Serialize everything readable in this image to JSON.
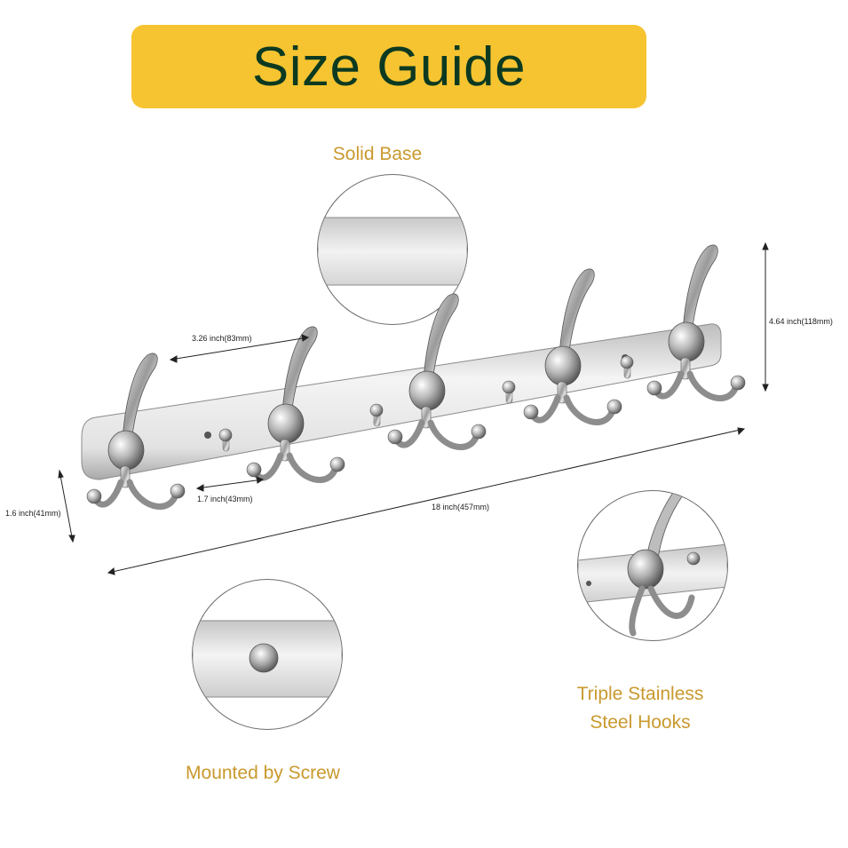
{
  "banner": {
    "title": "Size Guide",
    "color": "#f6c431",
    "text_color": "#0c3a21"
  },
  "features": {
    "solid_base": "Solid Base",
    "triple_hooks_line1": "Triple Stainless",
    "triple_hooks_line2": "Steel Hooks",
    "mounted": "Mounted by Screw",
    "label_color": "#c9992e"
  },
  "dimensions": {
    "hook_spacing": "3.26 inch(83mm)",
    "height": "4.64 inch(118mm)",
    "base_height": "1.6 inch(41mm)",
    "small_spacing": "1.7 inch(43mm)",
    "length": "18 inch(457mm)"
  }
}
